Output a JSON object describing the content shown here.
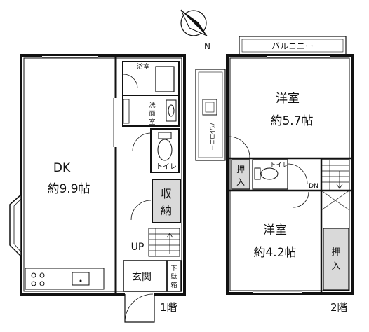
{
  "compass": {
    "label": "N"
  },
  "floor1": {
    "floor_label": "1階",
    "dk": {
      "name": "DK",
      "area": "約9.9帖"
    },
    "bath": "浴室",
    "washroom": [
      "洗",
      "面",
      "室"
    ],
    "toilet": "トイレ",
    "storage": [
      "収",
      "納"
    ],
    "stairs": "UP",
    "entrance": "玄関",
    "shoe_box": [
      "下",
      "駄",
      "箱"
    ]
  },
  "floor2": {
    "floor_label": "2階",
    "balcony_top": "バルコニー",
    "balcony_side": "バルコニー",
    "room_a": {
      "name": "洋室",
      "area": "約5.7帖"
    },
    "room_b": {
      "name": "洋室",
      "area": "約4.2帖"
    },
    "closet_a": [
      "押",
      "入"
    ],
    "closet_b": [
      "押",
      "入"
    ],
    "toilet": "トイレ",
    "stairs": "DN"
  },
  "colors": {
    "line": "#111111",
    "fill_gray": "#d9d9d9",
    "background": "#ffffff"
  }
}
